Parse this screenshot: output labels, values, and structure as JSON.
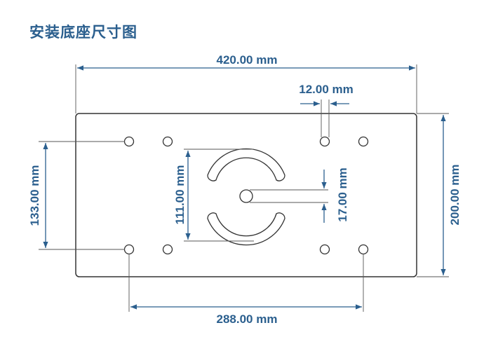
{
  "title": "安装底座尺寸图",
  "colors": {
    "dimension": "#2b5f8e",
    "outline": "#333333",
    "leader": "#555555"
  },
  "dimensions": {
    "width_total": "420.00 mm",
    "hole_diameter": "12.00 mm",
    "height_total": "200.00 mm",
    "hole_spacing_vertical": "133.00 mm",
    "slot_spacing": "111.00 mm",
    "center_hole": "17.00 mm",
    "hole_spacing_horizontal": "288.00 mm"
  }
}
